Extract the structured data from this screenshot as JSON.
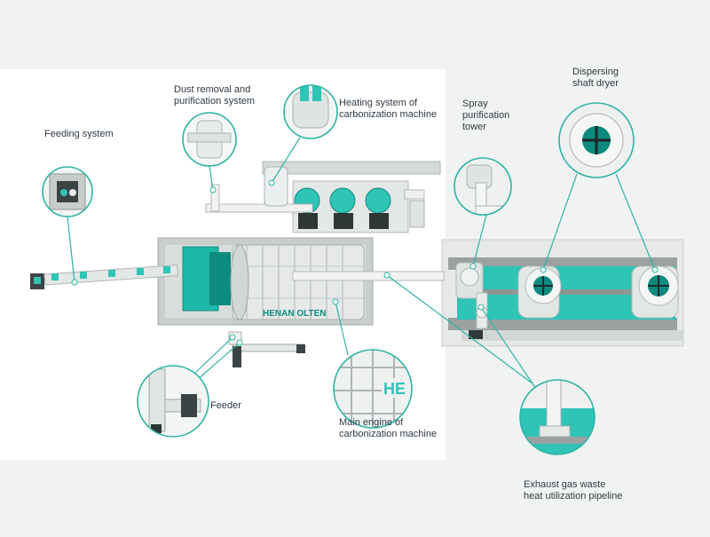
{
  "labels": {
    "feeding_system": "Feeding system",
    "dust_removal": "Dust removal and\npurification system",
    "heating_system": "Heating system of\ncarbonization machine",
    "spray_tower": "Spray\npurification\ntower",
    "dispersing_dryer": "Dispersing\nshaft dryer",
    "feeder": "Feeder",
    "main_engine": "Main engine of\ncarbonization machine",
    "exhaust_pipeline": "Exhaust gas waste\nheat utilization pipeline"
  },
  "brand_text": "HENAN OLTEN",
  "detail_brand_text": "HE",
  "colors": {
    "accent": "#2ec4b6",
    "accent_dark": "#0d8a7e",
    "leader_line": "#2fb3a5",
    "machine_gray": "#cfd3d2"
  }
}
